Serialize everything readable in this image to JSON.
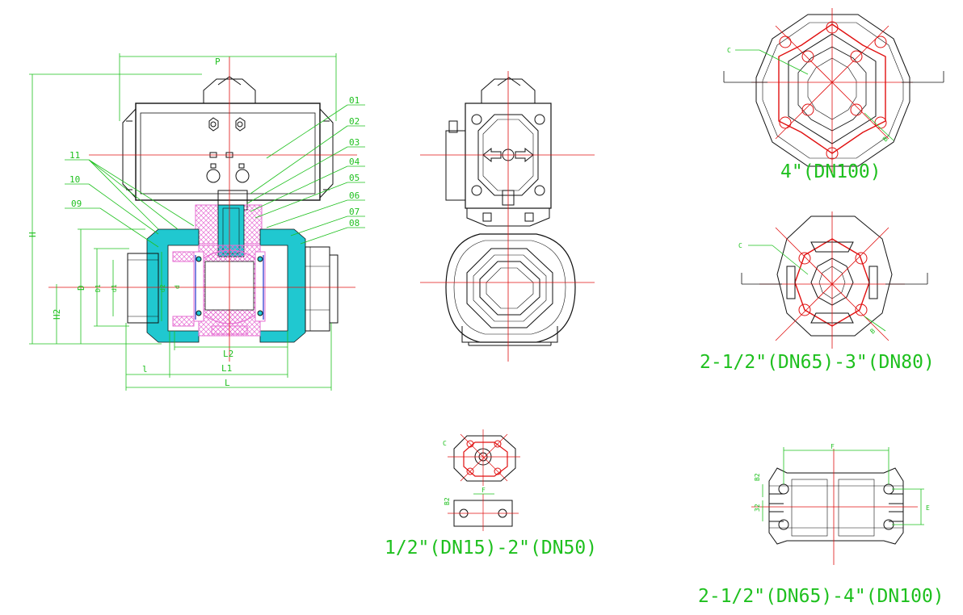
{
  "captions": {
    "dn100": "4\"(DN100)",
    "dn65_80": "2-1/2\"(DN65)-3\"(DN80)",
    "dn15_50": "1/2\"(DN15)-2\"(DN50)",
    "dn65_100": "2-1/2\"(DN65)-4\"(DN100)"
  },
  "dimensions": {
    "P": "P",
    "H": "H",
    "H2": "H2",
    "D": "D",
    "D1": "D1",
    "d1": "d1",
    "d2": "d2",
    "d": "d",
    "L": "L",
    "L1": "L1",
    "L2": "L2",
    "l": "l",
    "C": "C",
    "F": "F",
    "E": "E",
    "B2": "B2",
    "32": "32",
    "B": "B",
    "b": "b"
  },
  "part_numbers": [
    "01",
    "02",
    "03",
    "04",
    "05",
    "06",
    "07",
    "08",
    "09",
    "10",
    "11"
  ],
  "colors": {
    "line": "#1ec01e",
    "center": "#e01010",
    "outline": "#111111",
    "pink": "#e66ed2",
    "cyan": "#19c8c8",
    "blue": "#2233cc"
  }
}
